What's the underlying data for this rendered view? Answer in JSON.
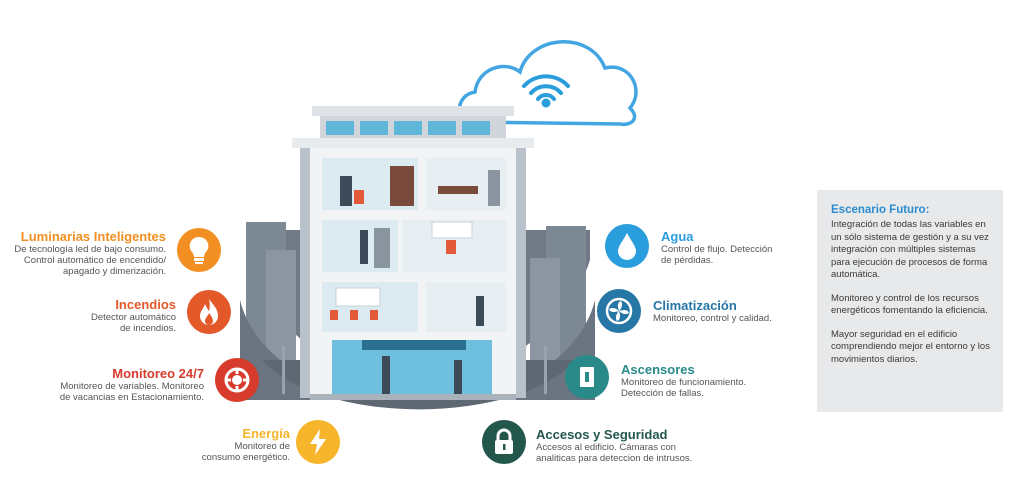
{
  "colors": {
    "orange": "#f28f22",
    "red_orange": "#e3592a",
    "red": "#d63b2b",
    "yellow": "#f6b52a",
    "blue_light": "#2a9ddc",
    "blue_dark": "#2676a6",
    "teal": "#2a8a8a",
    "dark_green": "#24574c",
    "panel_bg": "#e8e9ea",
    "panel_title": "#2a8ccf"
  },
  "features": {
    "luminarias": {
      "title": "Luminarias Inteligentes",
      "desc": "De tecnología led de bajo consumo.\nControl automático de encendido/\napagado y dimerización.",
      "icon": "lightbulb-icon"
    },
    "incendios": {
      "title": "Incendios",
      "desc": "Detector automático\nde incendios.",
      "icon": "fire-icon"
    },
    "monitoreo": {
      "title": "Monitoreo 24/7",
      "desc": "Monitoreo de variables. Monitoreo\nde vacancias en Estacionamiento.",
      "icon": "camera-lens-icon"
    },
    "energia": {
      "title": "Energía",
      "desc": "Monitoreo de\nconsumo energético.",
      "icon": "lightning-icon"
    },
    "agua": {
      "title": "Agua",
      "desc": "Control de flujo. Detección\nde pérdidas.",
      "icon": "water-drop-icon"
    },
    "climatizacion": {
      "title": "Climatización",
      "desc": "Monitoreo, control y calidad.",
      "icon": "fan-icon"
    },
    "ascensores": {
      "title": "Ascensores",
      "desc": "Monitoreo de funcionamiento.\nDetección de fallas.",
      "icon": "elevator-icon"
    },
    "accesos": {
      "title": "Accesos y Seguridad",
      "desc": "Accesos al edificio. Cámaras con\nanaliticas para deteccion de intrusos.",
      "icon": "padlock-icon"
    }
  },
  "panel": {
    "title": "Escenario Futuro:",
    "p1": "Integración de todas las variables en un sólo sistema de gestión y a su vez integración con múltiples sistemas para ejecución de procesos de forma automática.",
    "p2": "Monitoreo y control de los recursos energéticos fomentando la eficiencia.",
    "p3": "Mayor seguridad en el edificio comprendiendo mejor el entorno y los movimientos diarios."
  },
  "cloud_icon": "wifi-icon"
}
